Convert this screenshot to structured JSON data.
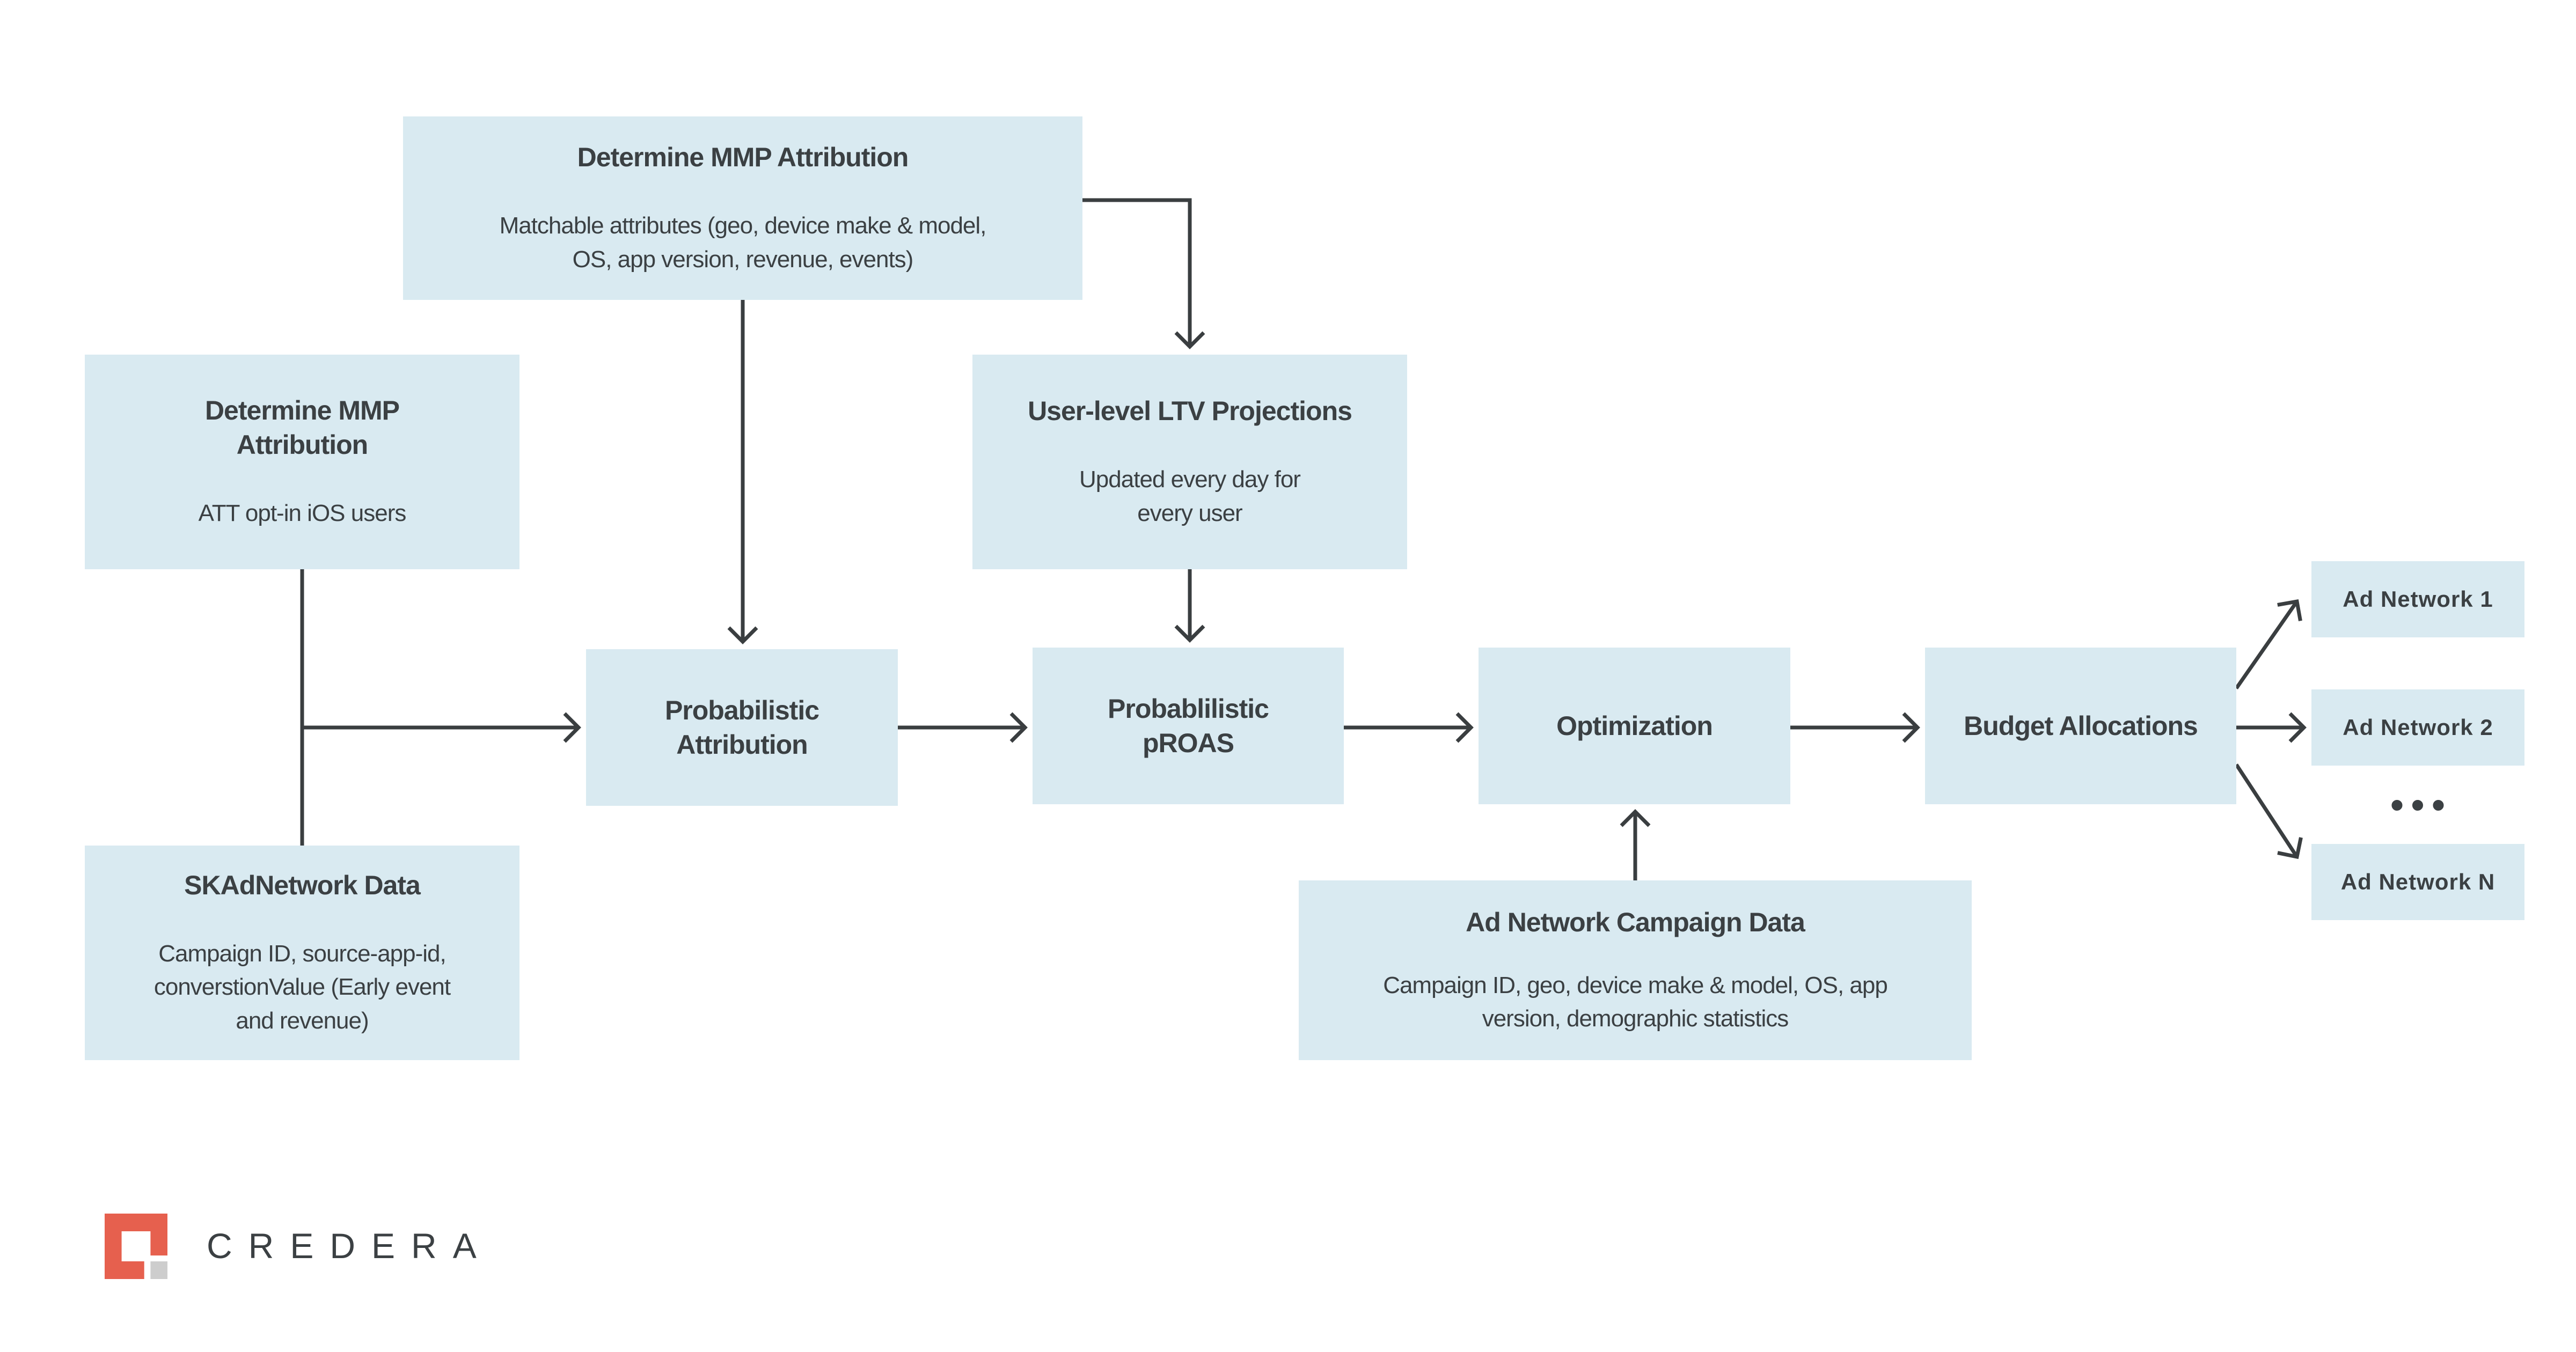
{
  "colors": {
    "background": "#ffffff",
    "box_fill": "#d9eaf1",
    "text": "#3b4043",
    "connector_line": "#3a3e40",
    "logo_coral": "#e6604e",
    "logo_gray": "#cdcdcd"
  },
  "nodes": {
    "mmp_matchable": {
      "title": "Determine MMP Attribution",
      "subtitle": [
        "Matchable attributes (geo, device make & model,",
        "OS, app version, revenue, events)"
      ]
    },
    "mmp_att": {
      "title": [
        "Determine MMP",
        "Attribution"
      ],
      "subtitle": "ATT opt-in iOS users"
    },
    "ltv": {
      "title": "User-level LTV Projections",
      "subtitle": [
        "Updated every day for",
        "every user"
      ]
    },
    "prob_attr": {
      "title": [
        "Probabilistic",
        "Attribution"
      ]
    },
    "prob_roas": {
      "title": [
        "Probablilistic",
        "pROAS"
      ]
    },
    "optimization": {
      "title": "Optimization"
    },
    "budget": {
      "title": "Budget Allocations"
    },
    "skad": {
      "title": "SKAdNetwork Data",
      "subtitle": [
        "Campaign ID, source-app-id,",
        "converstionValue (Early event",
        "and revenue)"
      ]
    },
    "ad_campaign": {
      "title": "Ad Network Campaign Data",
      "subtitle": [
        "Campaign ID, geo, device make & model, OS, app",
        "version, demographic statistics"
      ]
    },
    "adnet1": {
      "label": "Ad Network 1"
    },
    "adnet2": {
      "label": "Ad Network 2"
    },
    "adnetN": {
      "label": "Ad Network N"
    },
    "ellipsis": "•••"
  },
  "footer": {
    "brand": "CREDERA"
  }
}
